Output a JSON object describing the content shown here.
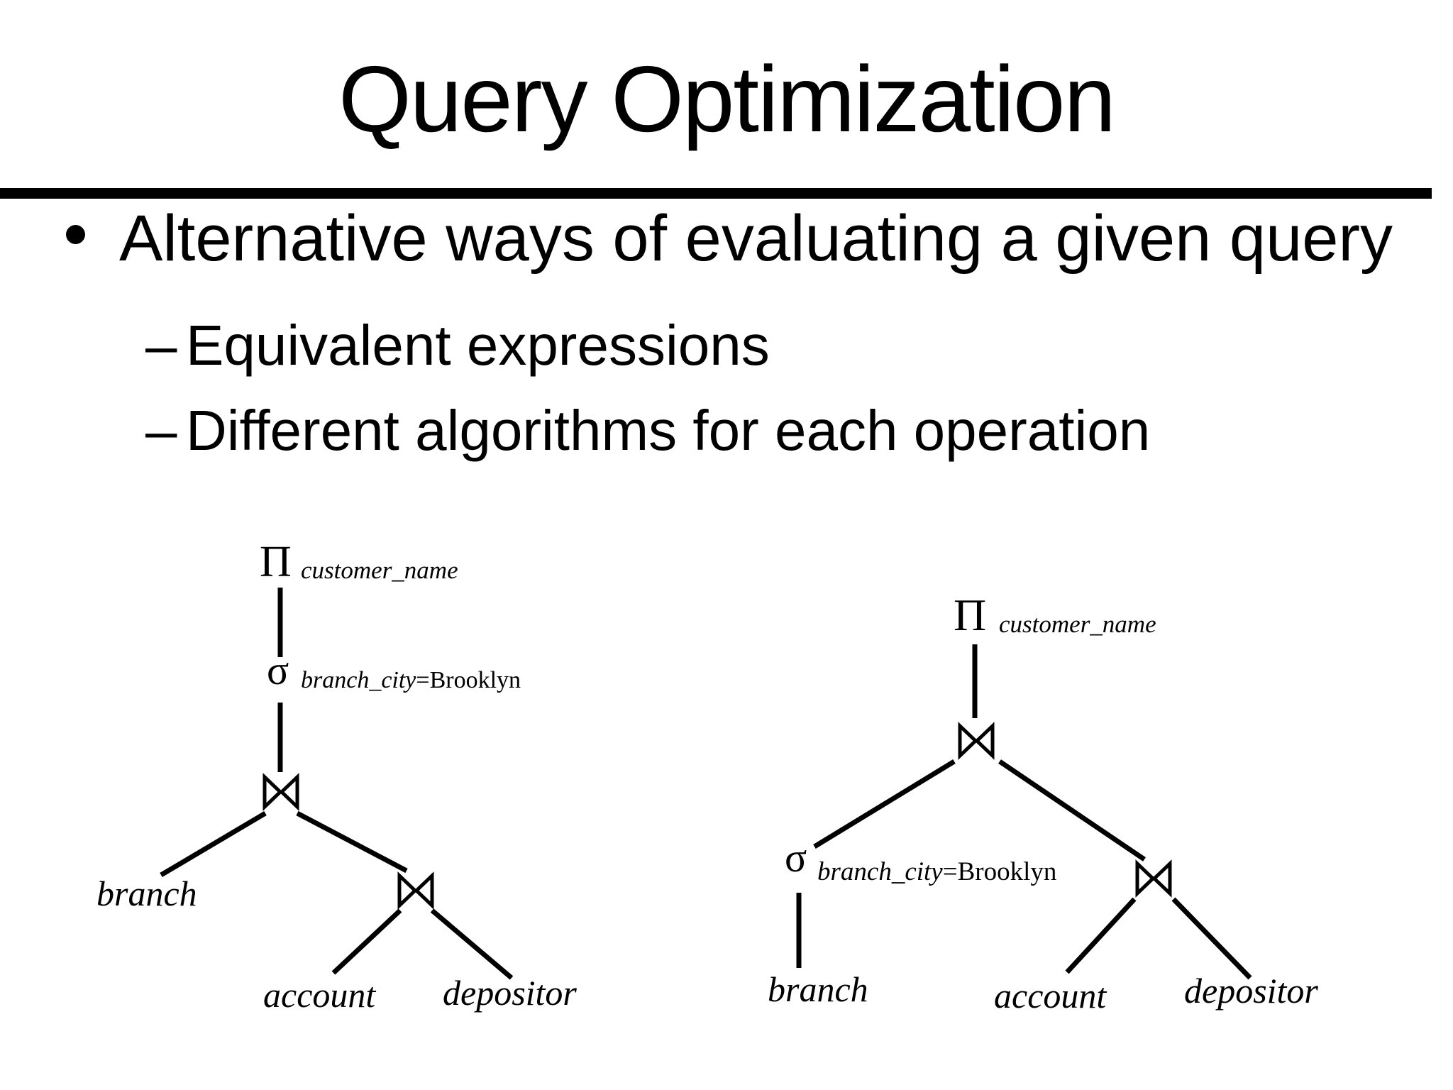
{
  "slide": {
    "background": "#ffffff",
    "text_color": "#000000",
    "title": "Query Optimization",
    "bullet": {
      "marker": "•",
      "text": "Alternative ways of evaluating a given query"
    },
    "sub_bullets": [
      {
        "marker": "–",
        "text": "Equivalent expressions"
      },
      {
        "marker": "–",
        "text": "Different algorithms for each operation"
      }
    ]
  },
  "trees": {
    "left": {
      "projection": {
        "operator": "Π",
        "subscript": "customer_name"
      },
      "selection": {
        "operator": "σ",
        "attribute": "branch_city",
        "comparison": "=Brooklyn"
      },
      "join_symbol": "⋈",
      "leaves": [
        "branch",
        "account",
        "depositor"
      ]
    },
    "right": {
      "projection": {
        "operator": "Π",
        "subscript": "customer_name"
      },
      "selection": {
        "operator": "σ",
        "attribute": "branch_city",
        "comparison": "=Brooklyn"
      },
      "join_symbol": "⋈",
      "leaves": [
        "branch",
        "account",
        "depositor"
      ]
    }
  }
}
